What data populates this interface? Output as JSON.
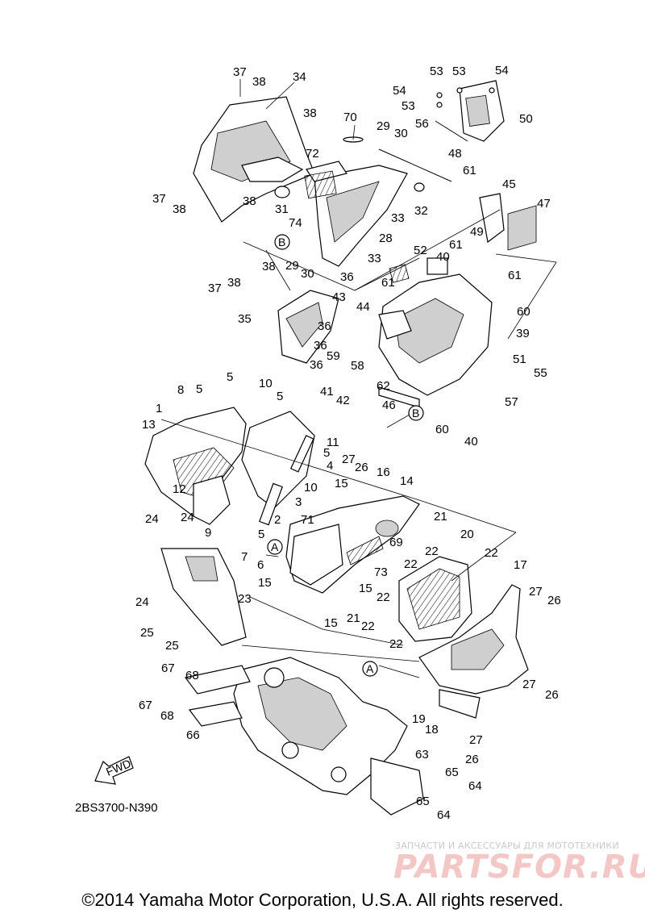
{
  "diagram": {
    "code": "2BS3700-N390",
    "fwd_label": "FWD",
    "ref_labels": [
      "A",
      "B"
    ],
    "callouts": [
      "1",
      "2",
      "3",
      "4",
      "5",
      "6",
      "7",
      "8",
      "9",
      "10",
      "11",
      "12",
      "13",
      "14",
      "15",
      "16",
      "17",
      "18",
      "19",
      "20",
      "21",
      "22",
      "23",
      "24",
      "25",
      "26",
      "27",
      "28",
      "29",
      "30",
      "31",
      "32",
      "33",
      "34",
      "35",
      "36",
      "37",
      "38",
      "39",
      "40",
      "41",
      "42",
      "43",
      "44",
      "45",
      "46",
      "47",
      "48",
      "49",
      "50",
      "51",
      "52",
      "53",
      "54",
      "55",
      "56",
      "57",
      "58",
      "59",
      "60",
      "61",
      "62",
      "63",
      "64",
      "65",
      "66",
      "67",
      "68",
      "69",
      "70",
      "71",
      "72",
      "73",
      "74"
    ]
  },
  "watermark": {
    "subtitle": "ЗАПЧАСТИ И АКСЕССУАРЫ ДЛЯ МОТОТЕХНИКИ",
    "logo": "PARTSFOR.RU"
  },
  "footer": {
    "copyright": "©2014 Yamaha Motor Corporation, U.S.A. All rights reserved."
  }
}
